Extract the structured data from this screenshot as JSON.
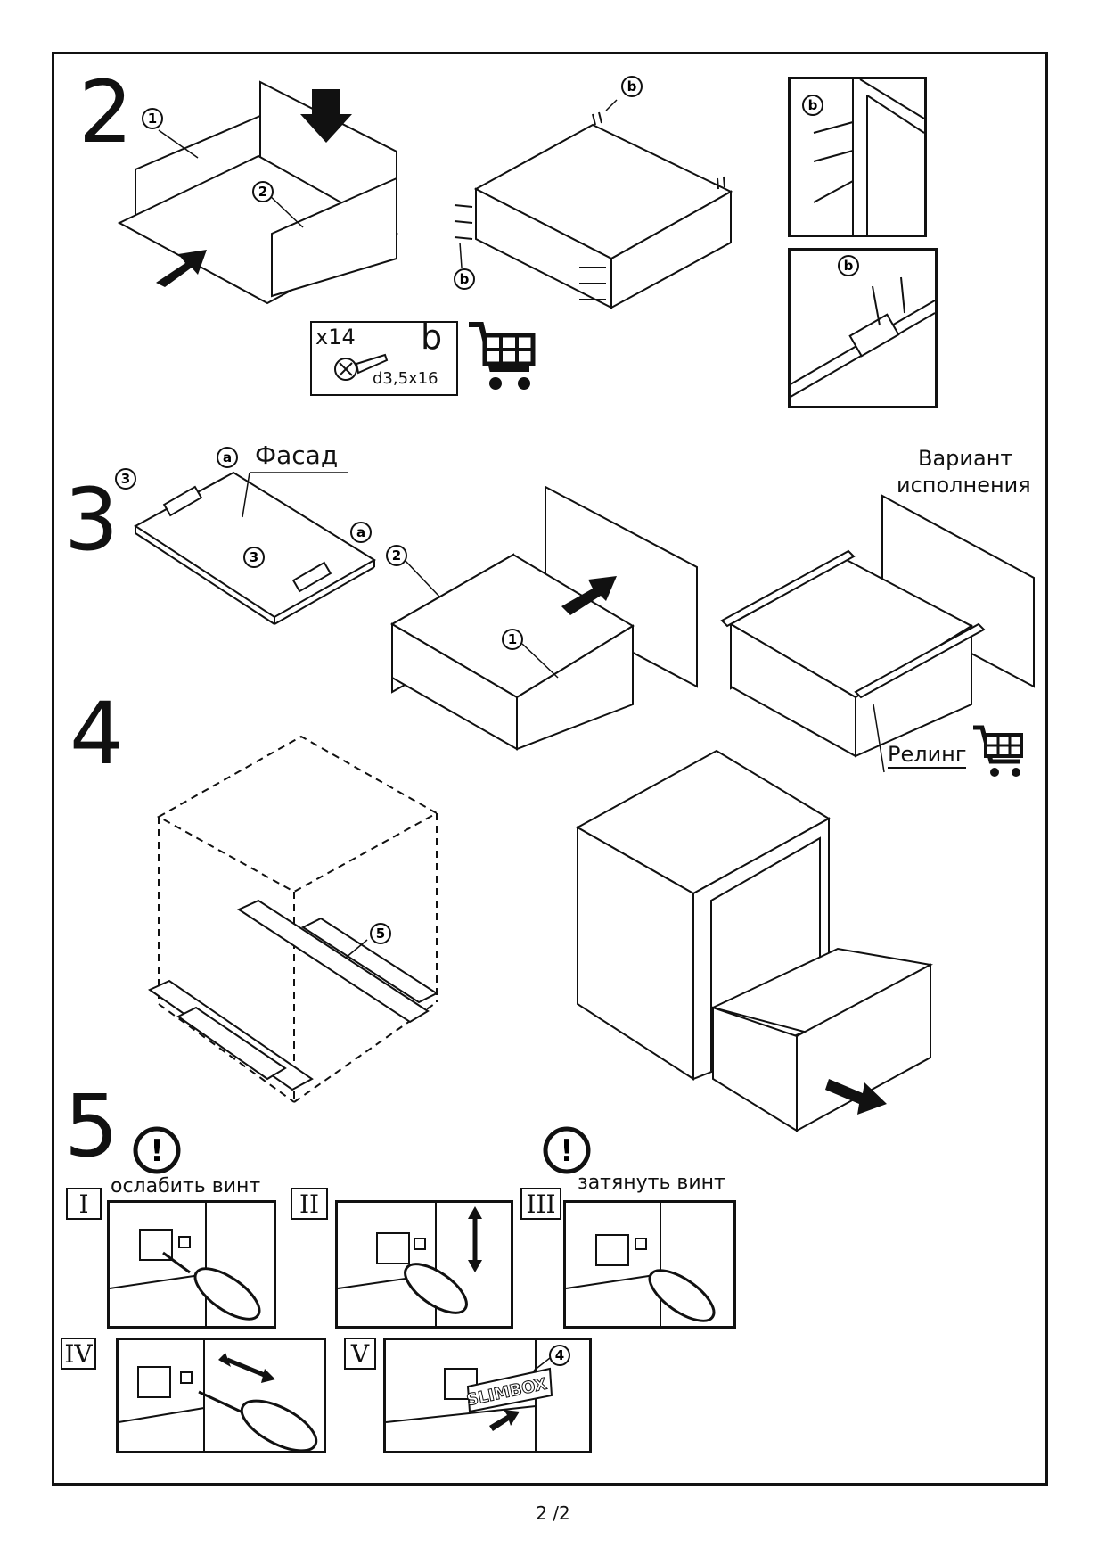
{
  "steps": {
    "s2": "2",
    "s3": "3",
    "s4": "4",
    "s5": "5"
  },
  "parts_box": {
    "qty": "x14",
    "letter": "b",
    "spec": "d3,5x16"
  },
  "callouts": {
    "one": "1",
    "two": "2",
    "three": "3",
    "four": "4",
    "five": "5",
    "a": "a",
    "b": "b"
  },
  "labels": {
    "facade": "Фасад",
    "variant_line1": "Вариант",
    "variant_line2": "исполнения",
    "reling": "Релинг",
    "loosen": "ослабить винт",
    "tighten": "затянуть винт",
    "logo": "SLIMBOX"
  },
  "substeps": [
    "I",
    "II",
    "III",
    "IV",
    "V"
  ],
  "warning_symbol": "!",
  "page": "2 /2"
}
